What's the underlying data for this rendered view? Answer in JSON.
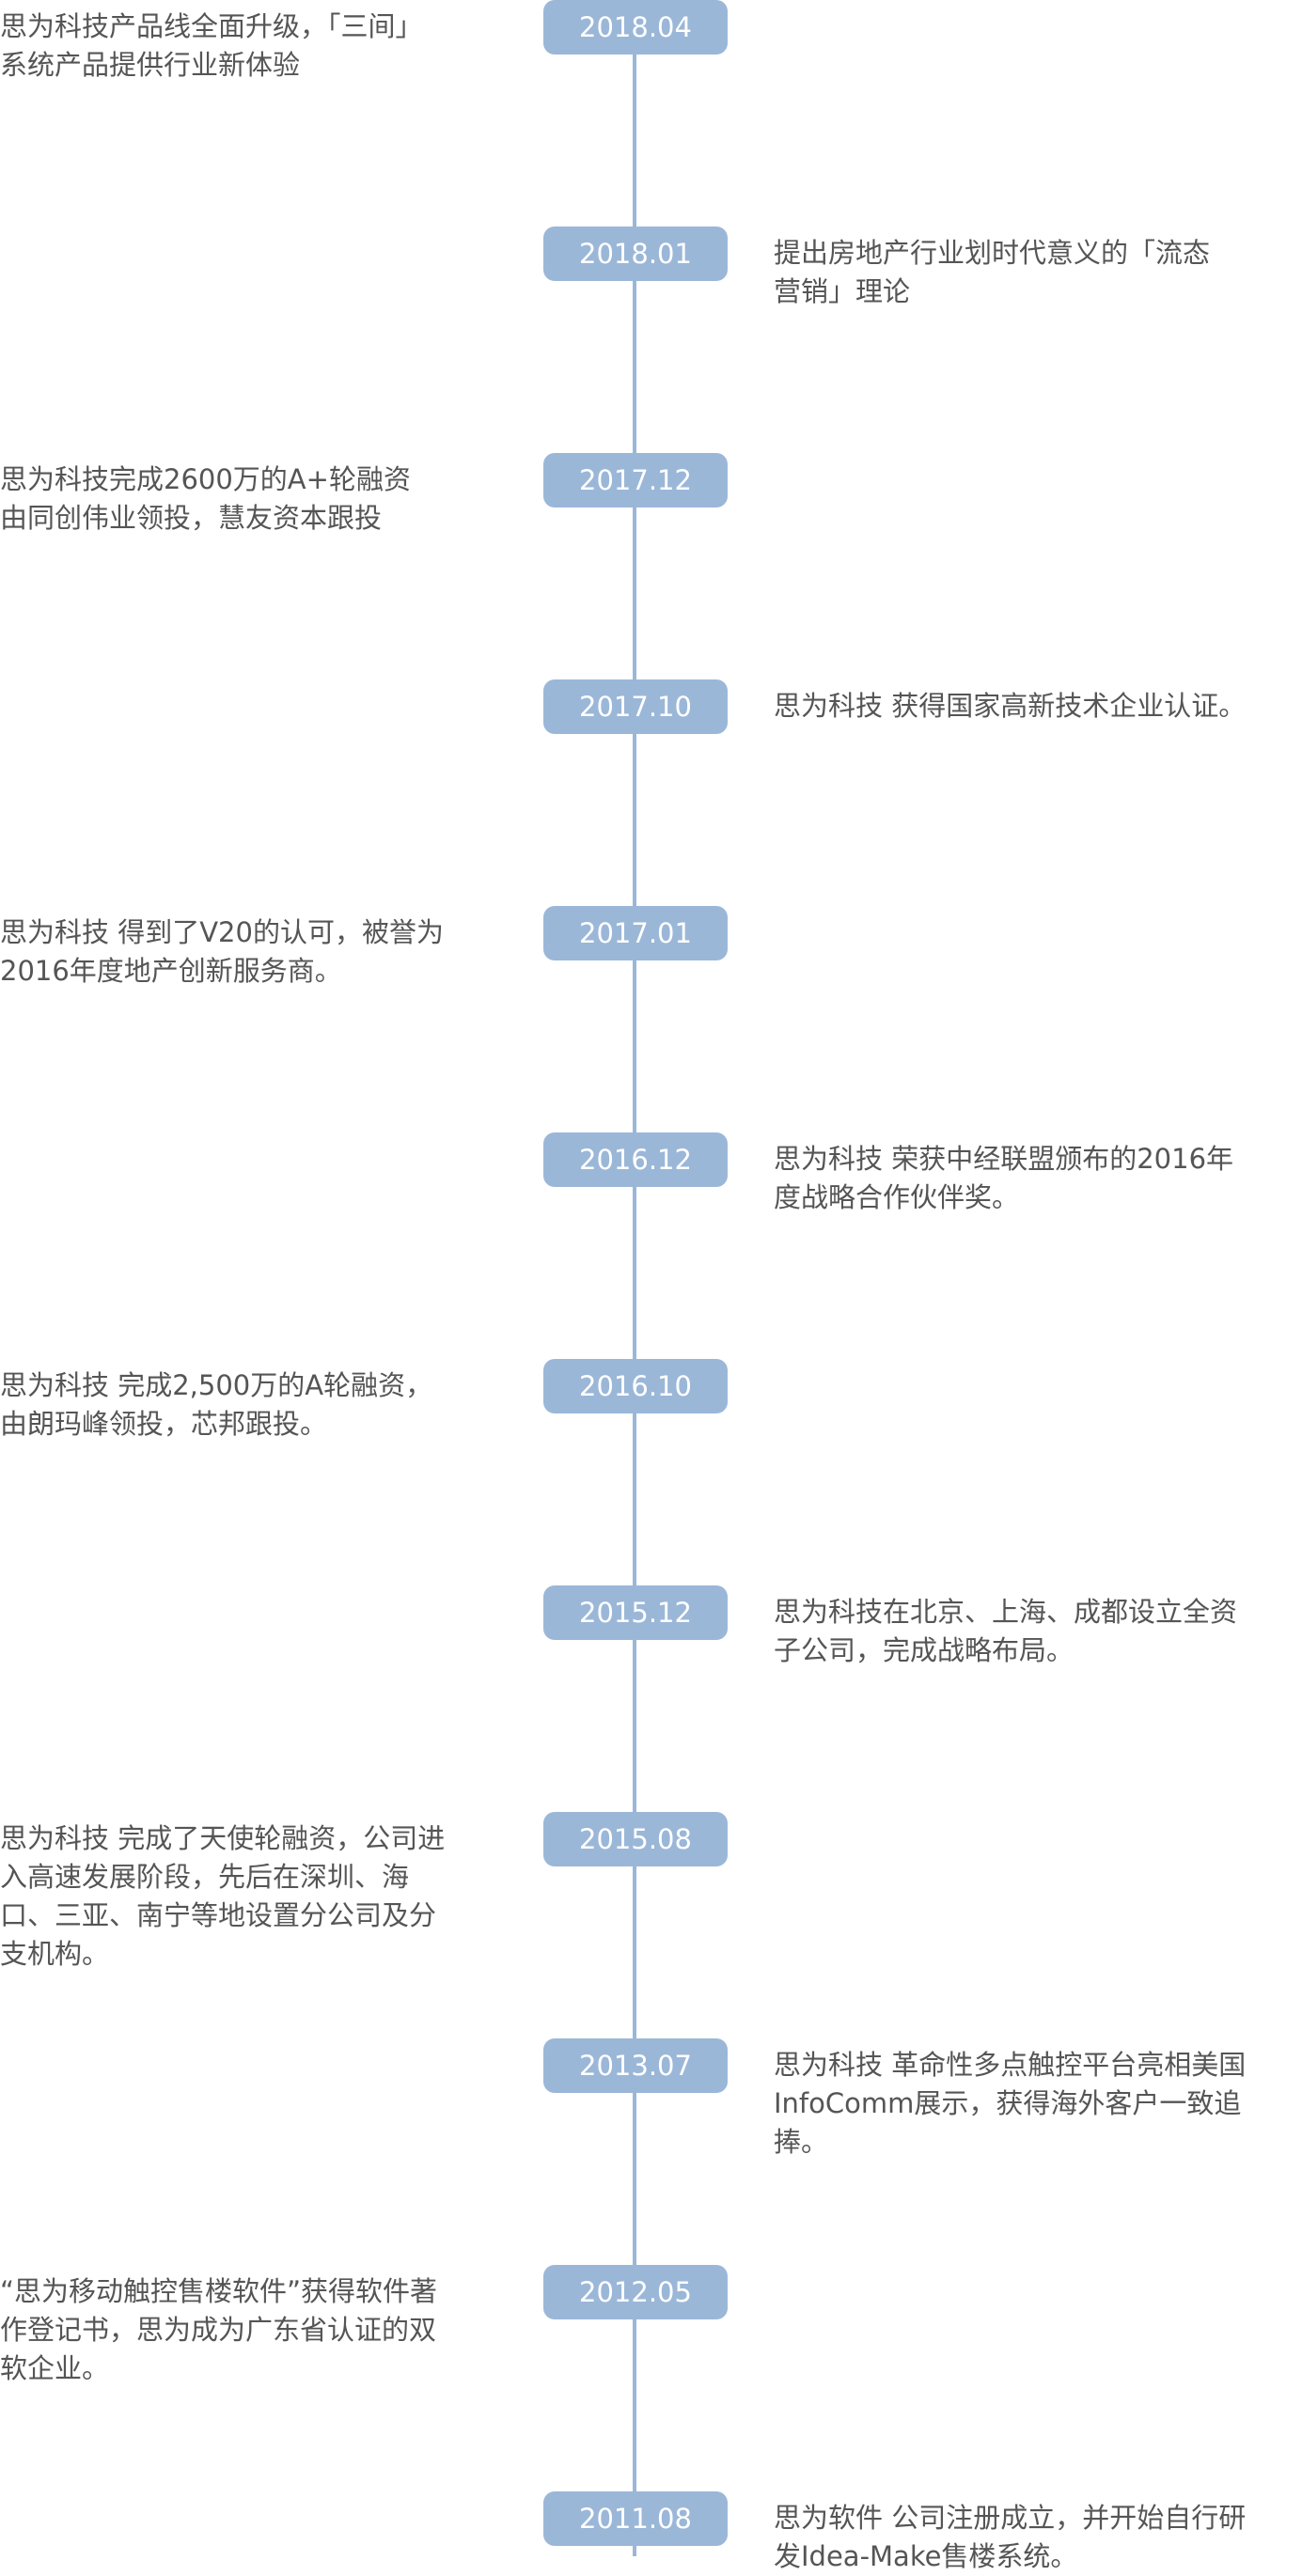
{
  "colors": {
    "accent": "#9bb7d8",
    "badge_text": "#ffffff",
    "body_text": "#555555",
    "background": "#ffffff"
  },
  "timeline": [
    {
      "date": "2018.04",
      "side": "left",
      "lines": [
        "思为科技产品线全面升级，「三间」",
        "系统产品提供行业新体验"
      ]
    },
    {
      "date": "2018.01",
      "side": "right",
      "lines": [
        "提出房地产行业划时代意义的「流态",
        "营销」理论"
      ]
    },
    {
      "date": "2017.12",
      "side": "left",
      "lines": [
        "思为科技完成2600万的A+轮融资",
        "由同创伟业领投，慧友资本跟投"
      ]
    },
    {
      "date": "2017.10",
      "side": "right",
      "lines": [
        "思为科技 获得国家高新技术企业认证。"
      ]
    },
    {
      "date": "2017.01",
      "side": "left",
      "lines": [
        "思为科技 得到了V20的认可，被誉为",
        "2016年度地产创新服务商。"
      ]
    },
    {
      "date": "2016.12",
      "side": "right",
      "lines": [
        "思为科技 荣获中经联盟颁布的2016年",
        "度战略合作伙伴奖。"
      ]
    },
    {
      "date": "2016.10",
      "side": "left",
      "lines": [
        "思为科技 完成2,500万的A轮融资，",
        "由朗玛峰领投，芯邦跟投。"
      ]
    },
    {
      "date": "2015.12",
      "side": "right",
      "lines": [
        "思为科技在北京、上海、成都设立全资",
        "子公司，完成战略布局。"
      ]
    },
    {
      "date": "2015.08",
      "side": "left",
      "lines": [
        "思为科技 完成了天使轮融资，公司进",
        "入高速发展阶段，先后在深圳、海",
        "口、三亚、南宁等地设置分公司及分",
        "支机构。"
      ]
    },
    {
      "date": "2013.07",
      "side": "right",
      "lines": [
        "思为科技 革命性多点触控平台亮相美国",
        "InfoComm展示，获得海外客户一致追",
        "捧。"
      ]
    },
    {
      "date": "2012.05",
      "side": "left",
      "lines": [
        "“思为移动触控售楼软件”获得软件著",
        "作登记书，思为成为广东省认证的双",
        "软企业。"
      ]
    },
    {
      "date": "2011.08",
      "side": "right",
      "lines": [
        "思为软件 公司注册成立，并开始自行研",
        "发Idea-Make售楼系统。"
      ]
    }
  ]
}
